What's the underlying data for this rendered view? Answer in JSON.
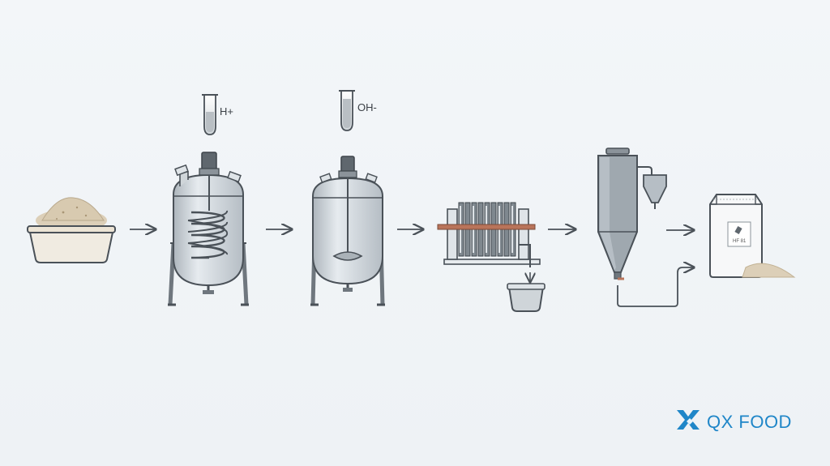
{
  "reagents": {
    "acid_label": "H+",
    "base_label": "OH-"
  },
  "product": {
    "bag_label": "HF 81"
  },
  "brand": {
    "name": "QX FOOD"
  },
  "colors": {
    "steel": "#c9d0d6",
    "outline": "#4a5158",
    "powder": "#dccfb8",
    "copper": "#b9745a",
    "brand": "#1f86c8"
  },
  "icons": [
    "raw-powder-bin-icon",
    "acid-tube-icon",
    "base-tube-icon",
    "hydrolysis-reactor-icon",
    "neutralization-tank-icon",
    "filter-press-icon",
    "spray-dryer-icon",
    "product-bag-icon",
    "flow-arrow-icon",
    "brand-logo-icon"
  ]
}
